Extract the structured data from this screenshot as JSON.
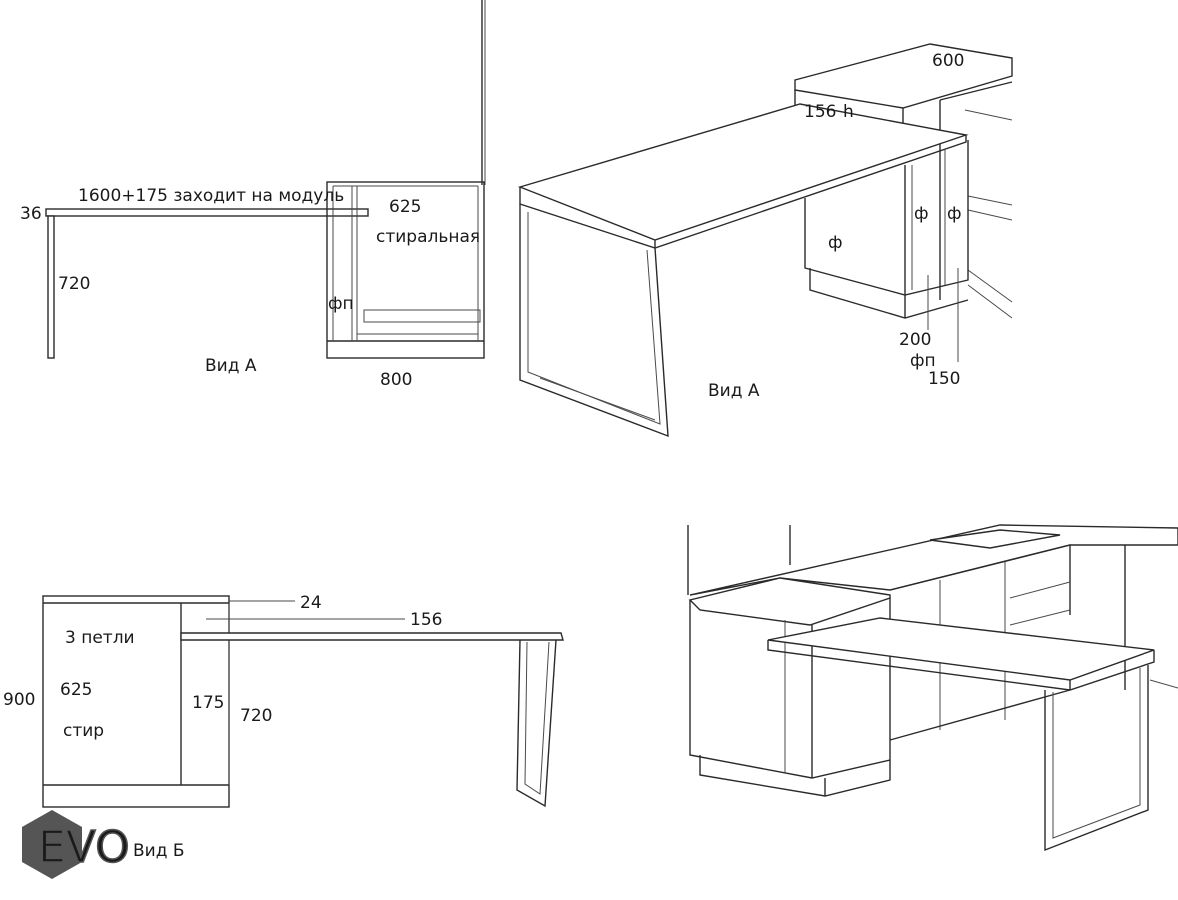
{
  "panel_top_left": {
    "countertop_note": "1600+175 заходит на модуль",
    "thickness": "36",
    "leg_height": "720",
    "cabinet_depth": "625",
    "appliance": "стиральная",
    "false_panel": "фп",
    "width": "800",
    "view_label": "Вид А"
  },
  "panel_top_right": {
    "top_depth": "600",
    "riser": "156",
    "riser_suffix": "h",
    "facade_1": "ф",
    "facade_2": "ф",
    "facade_3": "ф",
    "dim_200": "200",
    "false_panel": "фп",
    "dim_150": "150",
    "view_label": "Вид А"
  },
  "panel_bottom_left": {
    "dim_24": "24",
    "dim_156": "156",
    "hinges": "3 петли",
    "height": "900",
    "depth": "625",
    "appliance_short": "стир",
    "dim_175": "175",
    "dim_720": "720",
    "view_label": "Вид Б"
  },
  "logo": {
    "text": "EVO",
    "color": "#555555"
  }
}
